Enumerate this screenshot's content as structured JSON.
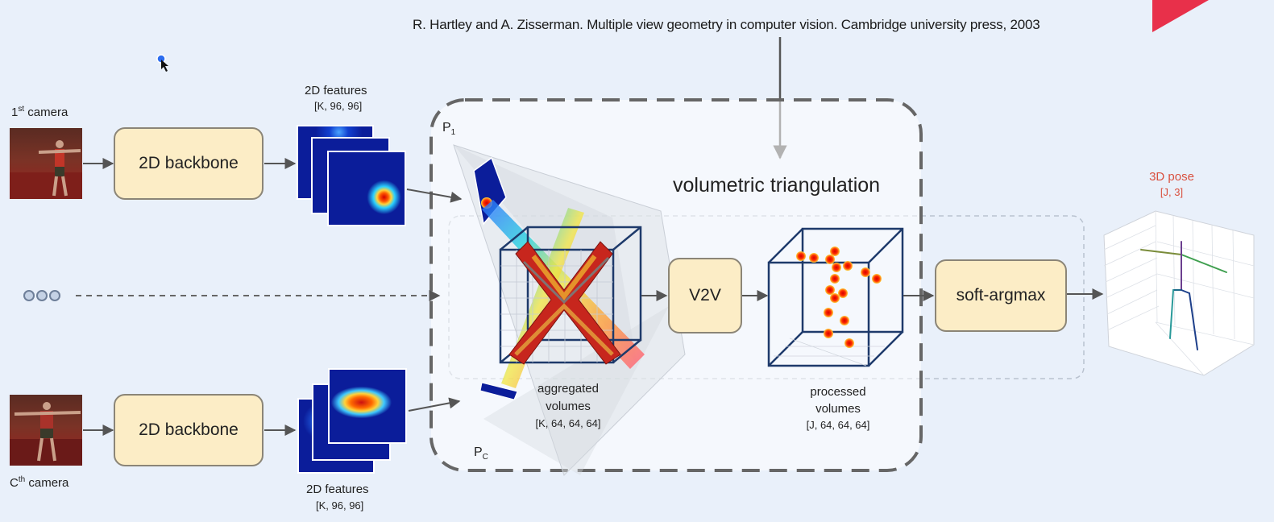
{
  "citation": "R. Hartley and A. Zisserman. Multiple view geometry in computer vision. Cambridge university press, 2003",
  "cameras": [
    {
      "label_prefix": "1",
      "label_sup": "st",
      "label_suffix": " camera"
    },
    {
      "label_prefix": "C",
      "label_sup": "th",
      "label_suffix": " camera"
    }
  ],
  "backbone_label": "2D backbone",
  "features": {
    "title": "2D features",
    "shape": "[K, 96, 96]"
  },
  "projections": {
    "p1_main": "P",
    "p1_sub": "1",
    "pc_main": "P",
    "pc_sub": "C"
  },
  "section_title": "volumetric triangulation",
  "aggregated": {
    "line1": "aggregated",
    "line2": "volumes",
    "shape": "[K, 64, 64, 64]"
  },
  "v2v_label": "V2V",
  "processed": {
    "line1": "processed",
    "line2": "volumes",
    "shape": "[J, 64, 64, 64]"
  },
  "softargmax_label": "soft-argmax",
  "pose": {
    "title": "3D pose",
    "shape": "[J, 3]"
  },
  "colors": {
    "box_fill": "#fcedc6",
    "box_border": "#8b8577",
    "pose_title": "#d9503f",
    "accent": "#e8304a",
    "cube": "#1e3a6b"
  }
}
